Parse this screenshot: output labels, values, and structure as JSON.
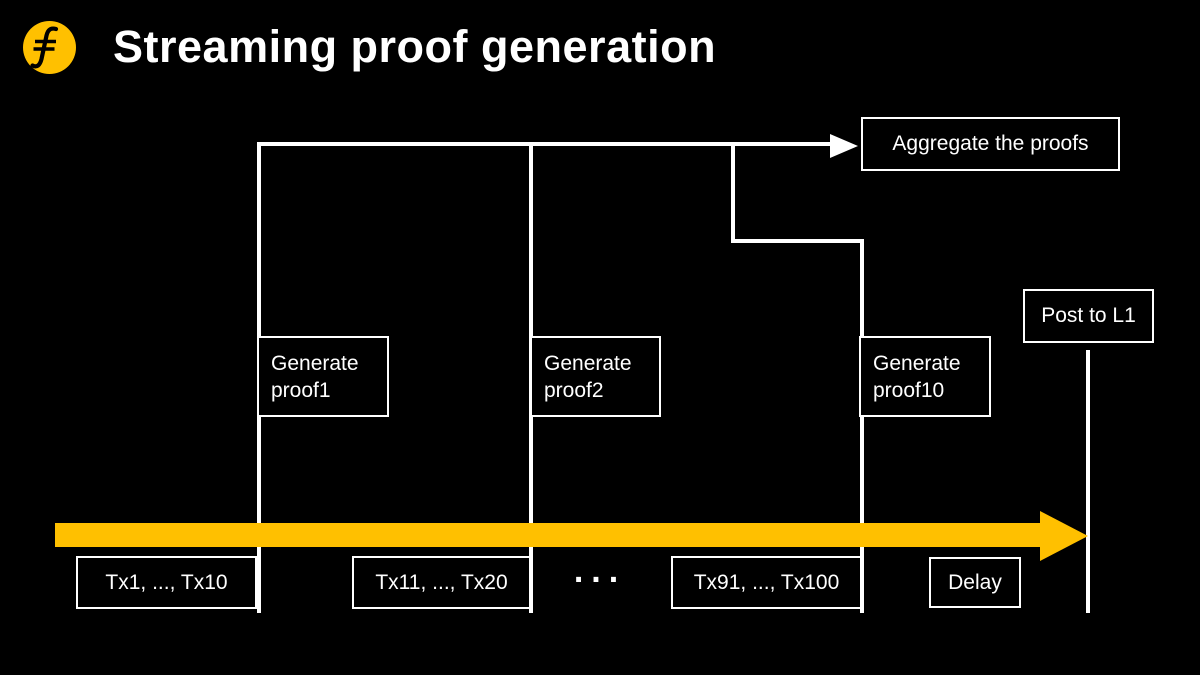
{
  "slide": {
    "title": "Streaming proof generation",
    "background_color": "#000000",
    "accent_gold": "#FFC000",
    "line_color": "#FFFFFF",
    "logo_icon": "filecoin-f-icon"
  },
  "diagram": {
    "aggregate_box": "Aggregate the proofs",
    "post_box": "Post to L1",
    "generate_boxes": [
      {
        "line1": "Generate",
        "line2": "proof1"
      },
      {
        "line1": "Generate",
        "line2": "proof2"
      },
      {
        "line1": "Generate",
        "line2": "proof10"
      }
    ],
    "timeline_labels": {
      "tx1": "Tx1, ..., Tx10",
      "tx11": "Tx11, ..., Tx20",
      "ellipsis": "...",
      "tx91": "Tx91, ..., Tx100",
      "delay": "Delay"
    }
  }
}
